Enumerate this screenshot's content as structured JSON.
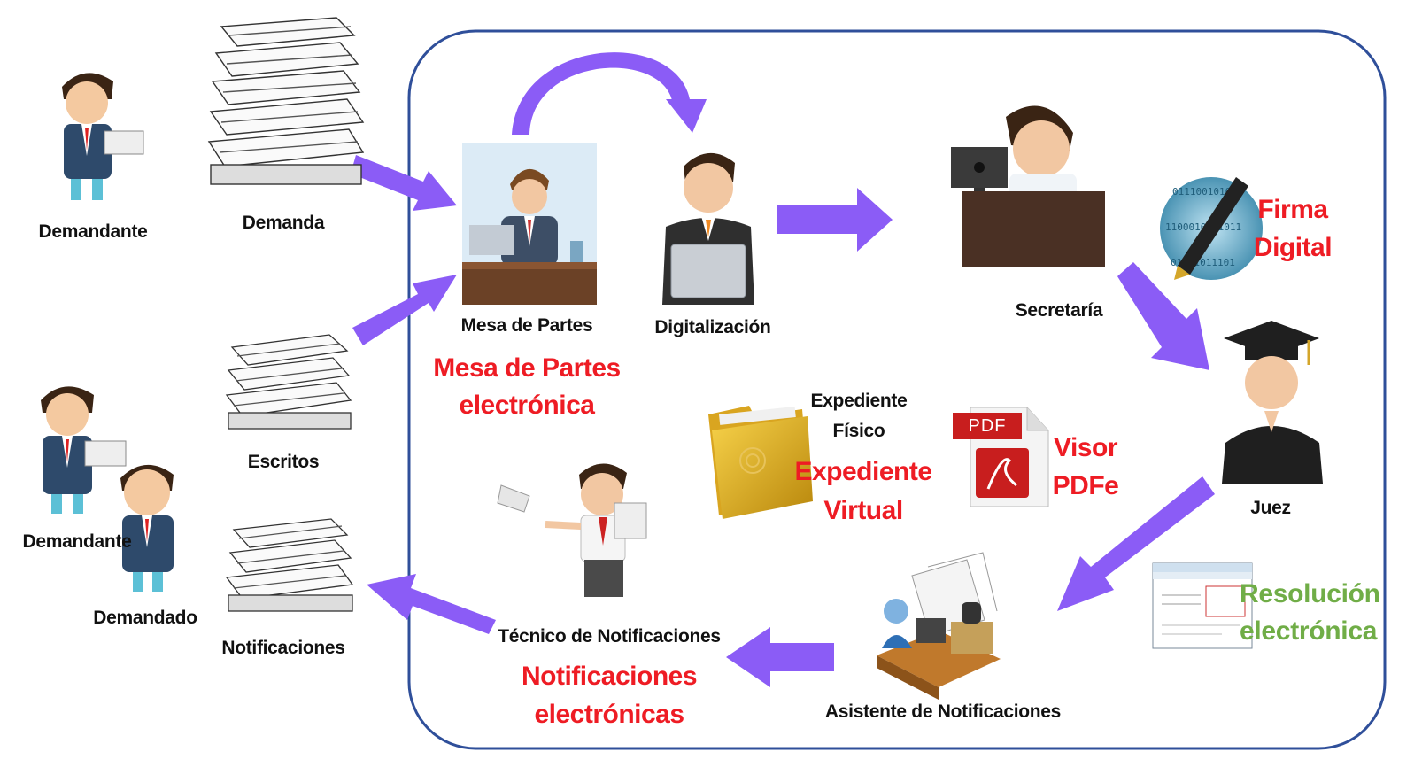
{
  "external": {
    "demandante_1": "Demandante",
    "demanda": "Demanda",
    "demandante_2": "Demandante",
    "demandado": "Demandado",
    "escritos": "Escritos",
    "notificaciones": "Notificaciones"
  },
  "process": {
    "mesa_de_partes": "Mesa de Partes",
    "mesa_electronica_1": "Mesa de Partes",
    "mesa_electronica_2": "electrónica",
    "digitalizacion": "Digitalización",
    "secretaria": "Secretaría",
    "firma_1": "Firma",
    "firma_2": "Digital",
    "juez": "Juez",
    "expediente_fisico_1": "Expediente",
    "expediente_fisico_2": "Físico",
    "expediente_virtual_1": "Expediente",
    "expediente_virtual_2": "Virtual",
    "pdf_badge": "PDF",
    "visor_1": "Visor",
    "visor_2": "PDFe",
    "resolucion_1": "Resolución",
    "resolucion_2": "electrónica",
    "asistente": "Asistente de Notificaciones",
    "tecnico": "Técnico de Notificaciones",
    "notif_elec_1": "Notificaciones",
    "notif_elec_2": "electrónicas"
  },
  "colors": {
    "arrow": "#8b5cf6",
    "boundary": "#2f4f9a",
    "highlight_red": "#ee1c24",
    "highlight_green": "#70ad47"
  }
}
